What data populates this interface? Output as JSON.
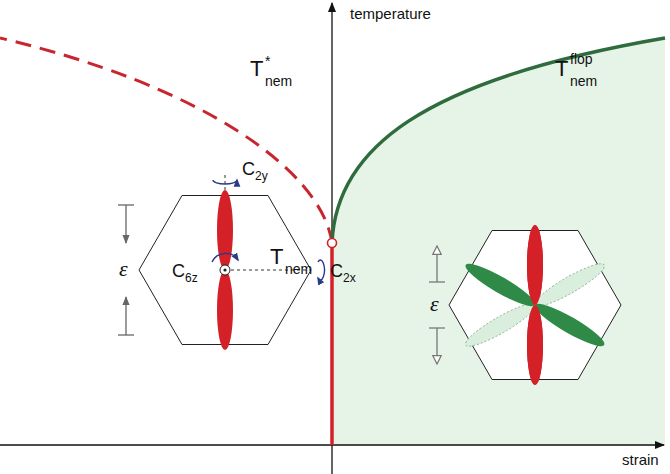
{
  "diagram": {
    "labels": [
      "temperature",
      "strain",
      "T",
      "*",
      "nem",
      "T",
      "flop",
      "nem",
      "T",
      "nem",
      "C",
      "2y",
      "C",
      "6z",
      "C",
      "2x",
      "ε",
      "ε"
    ]
  }
}
